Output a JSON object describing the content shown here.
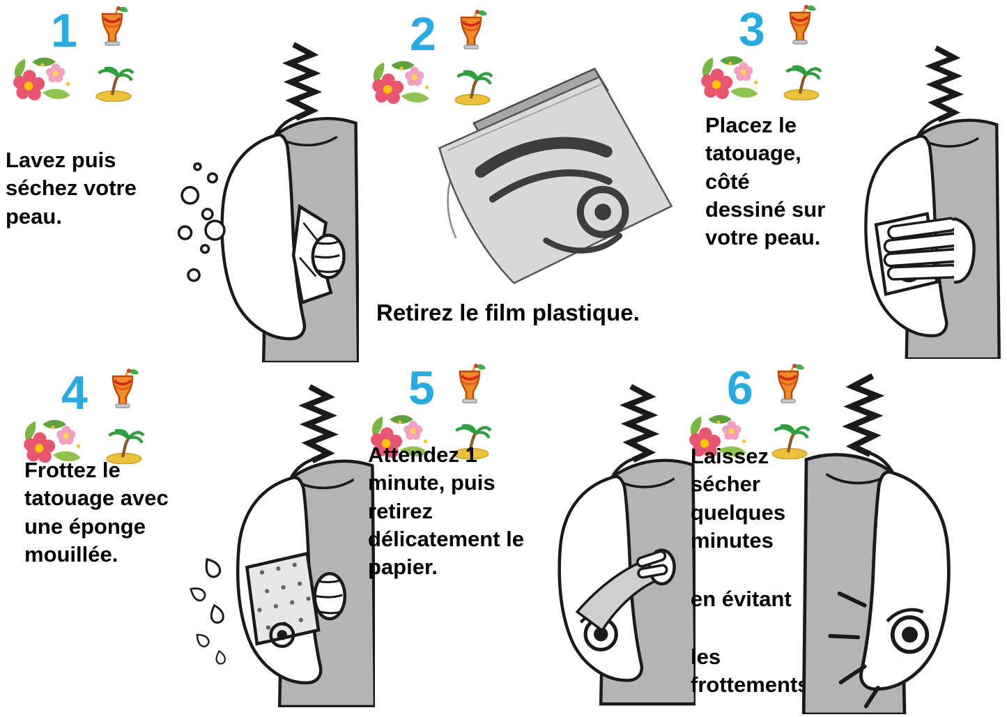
{
  "page": {
    "background": "#ffffff",
    "language": "fr"
  },
  "colors": {
    "step_number": "#29abe2",
    "text": "#000000",
    "shirt_gray": "#b4b4b4",
    "sheet_gray": "#d9d9d9"
  },
  "icons": {
    "drink": "tropical-drink",
    "flowers": "tropical-flowers",
    "palm": "palm-island"
  },
  "steps": [
    {
      "number": "1",
      "text": "Lavez puis séchez votre peau.",
      "illustration": "arm-washed-with-bubbles"
    },
    {
      "number": "2",
      "text": "Retirez le film plastique.",
      "illustration": "tattoo-sheet-with-plastic-film"
    },
    {
      "number": "3",
      "text": "Placez le tatouage, côté dessiné sur votre peau.",
      "illustration": "hand-placing-tattoo-on-arm"
    },
    {
      "number": "4",
      "text": "Frottez le tatouage avec une éponge mouillée.",
      "illustration": "wet-sponge-on-arm"
    },
    {
      "number": "5",
      "text": "Attendez 1 minute, puis retirez délicatement le papier.",
      "illustration": "hand-peeling-paper-from-arm"
    },
    {
      "number": "6",
      "text_parts": [
        "Laissez sécher quelques minutes",
        "en évitant",
        "les frottements."
      ],
      "illustration": "tattoo-drying-on-arm"
    }
  ]
}
